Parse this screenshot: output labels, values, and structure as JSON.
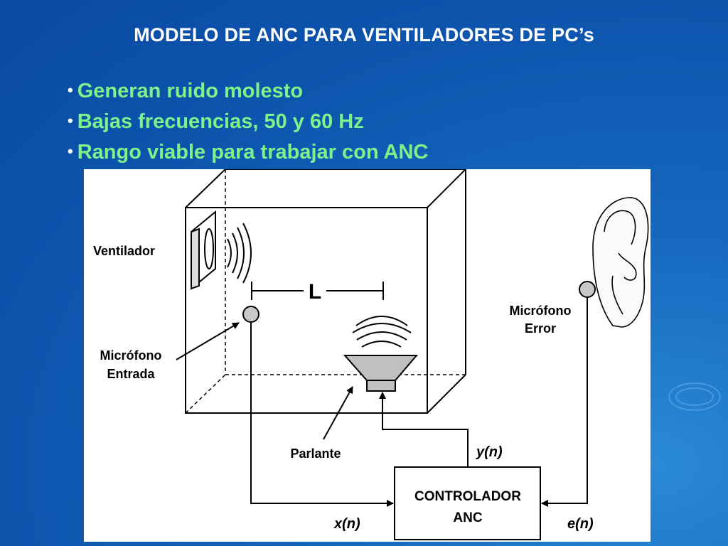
{
  "slide": {
    "title": "MODELO DE ANC PARA VENTILADORES DE PC’s",
    "bullets": [
      "Generan ruido molesto",
      "Bajas frecuencias,  50 y 60 Hz",
      "Rango viable para trabajar con ANC"
    ],
    "bullet_glyph": "•"
  },
  "diagram": {
    "labels": {
      "fan": "Ventilador",
      "length": "L",
      "mic_input_line1": "Micrófono",
      "mic_input_line2": "Entrada",
      "mic_error_line1": "Micrófono",
      "mic_error_line2": "Error",
      "speaker": "Parlante",
      "controller_line1": "CONTROLADOR",
      "controller_line2": "ANC",
      "signal_x": "x(n)",
      "signal_y": "y(n)",
      "signal_e": "e(n)"
    },
    "icons": {
      "fan": "fan-icon",
      "ear": "ear-icon",
      "speaker": "speaker-icon",
      "mic_input": "microphone-input-icon",
      "mic_error": "microphone-error-icon"
    }
  },
  "colors": {
    "background": "#0d54ad",
    "title_text": "#ffffff",
    "bullet_text": "#7df28a",
    "panel": "#ffffff",
    "mic_fill": "#c8c8c8",
    "speaker_fill": "#c0c0c0"
  }
}
